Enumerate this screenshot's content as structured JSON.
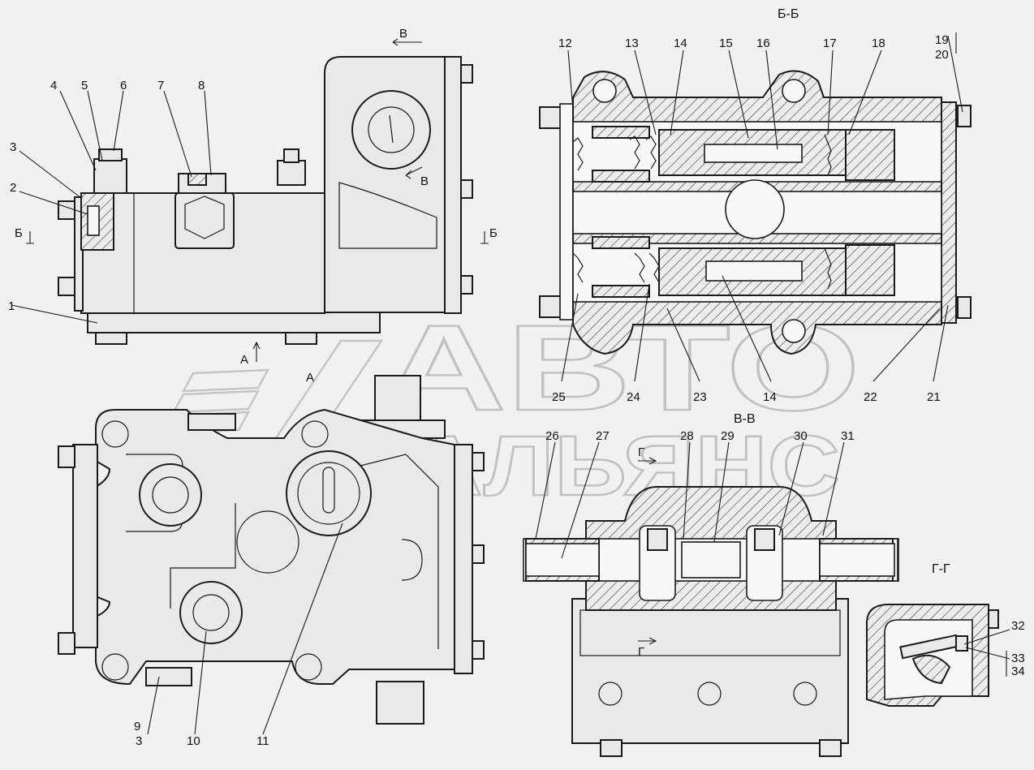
{
  "section_titles": {
    "bb": "Б-Б",
    "vv": "В-В",
    "gg": "Г-Г"
  },
  "view_markers": {
    "v_top": "В",
    "v_side": "В",
    "b_left": "Б",
    "b_right": "Б",
    "a_arrow": "А",
    "a_view": "А",
    "g_top": "Г",
    "g_bottom": "Г"
  },
  "callouts": {
    "c1": "1",
    "c2": "2",
    "c3": "3",
    "c4": "4",
    "c5": "5",
    "c6": "6",
    "c7": "7",
    "c8": "8",
    "c9_3": "9",
    "c9_3b": "3",
    "c10": "10",
    "c11": "11",
    "c12": "12",
    "c13": "13",
    "c14": "14",
    "c15": "15",
    "c16": "16",
    "c17": "17",
    "c18": "18",
    "c19": "19",
    "c20": "20",
    "c21": "21",
    "c22": "22",
    "c23": "23",
    "c14b": "14",
    "c24": "24",
    "c25": "25",
    "c26": "26",
    "c27": "27",
    "c28": "28",
    "c29": "29",
    "c30": "30",
    "c31": "31",
    "c32": "32",
    "c33": "33",
    "c34": "34"
  },
  "watermark": {
    "line1": "АВТО",
    "line2": "АЛЬЯНС"
  }
}
